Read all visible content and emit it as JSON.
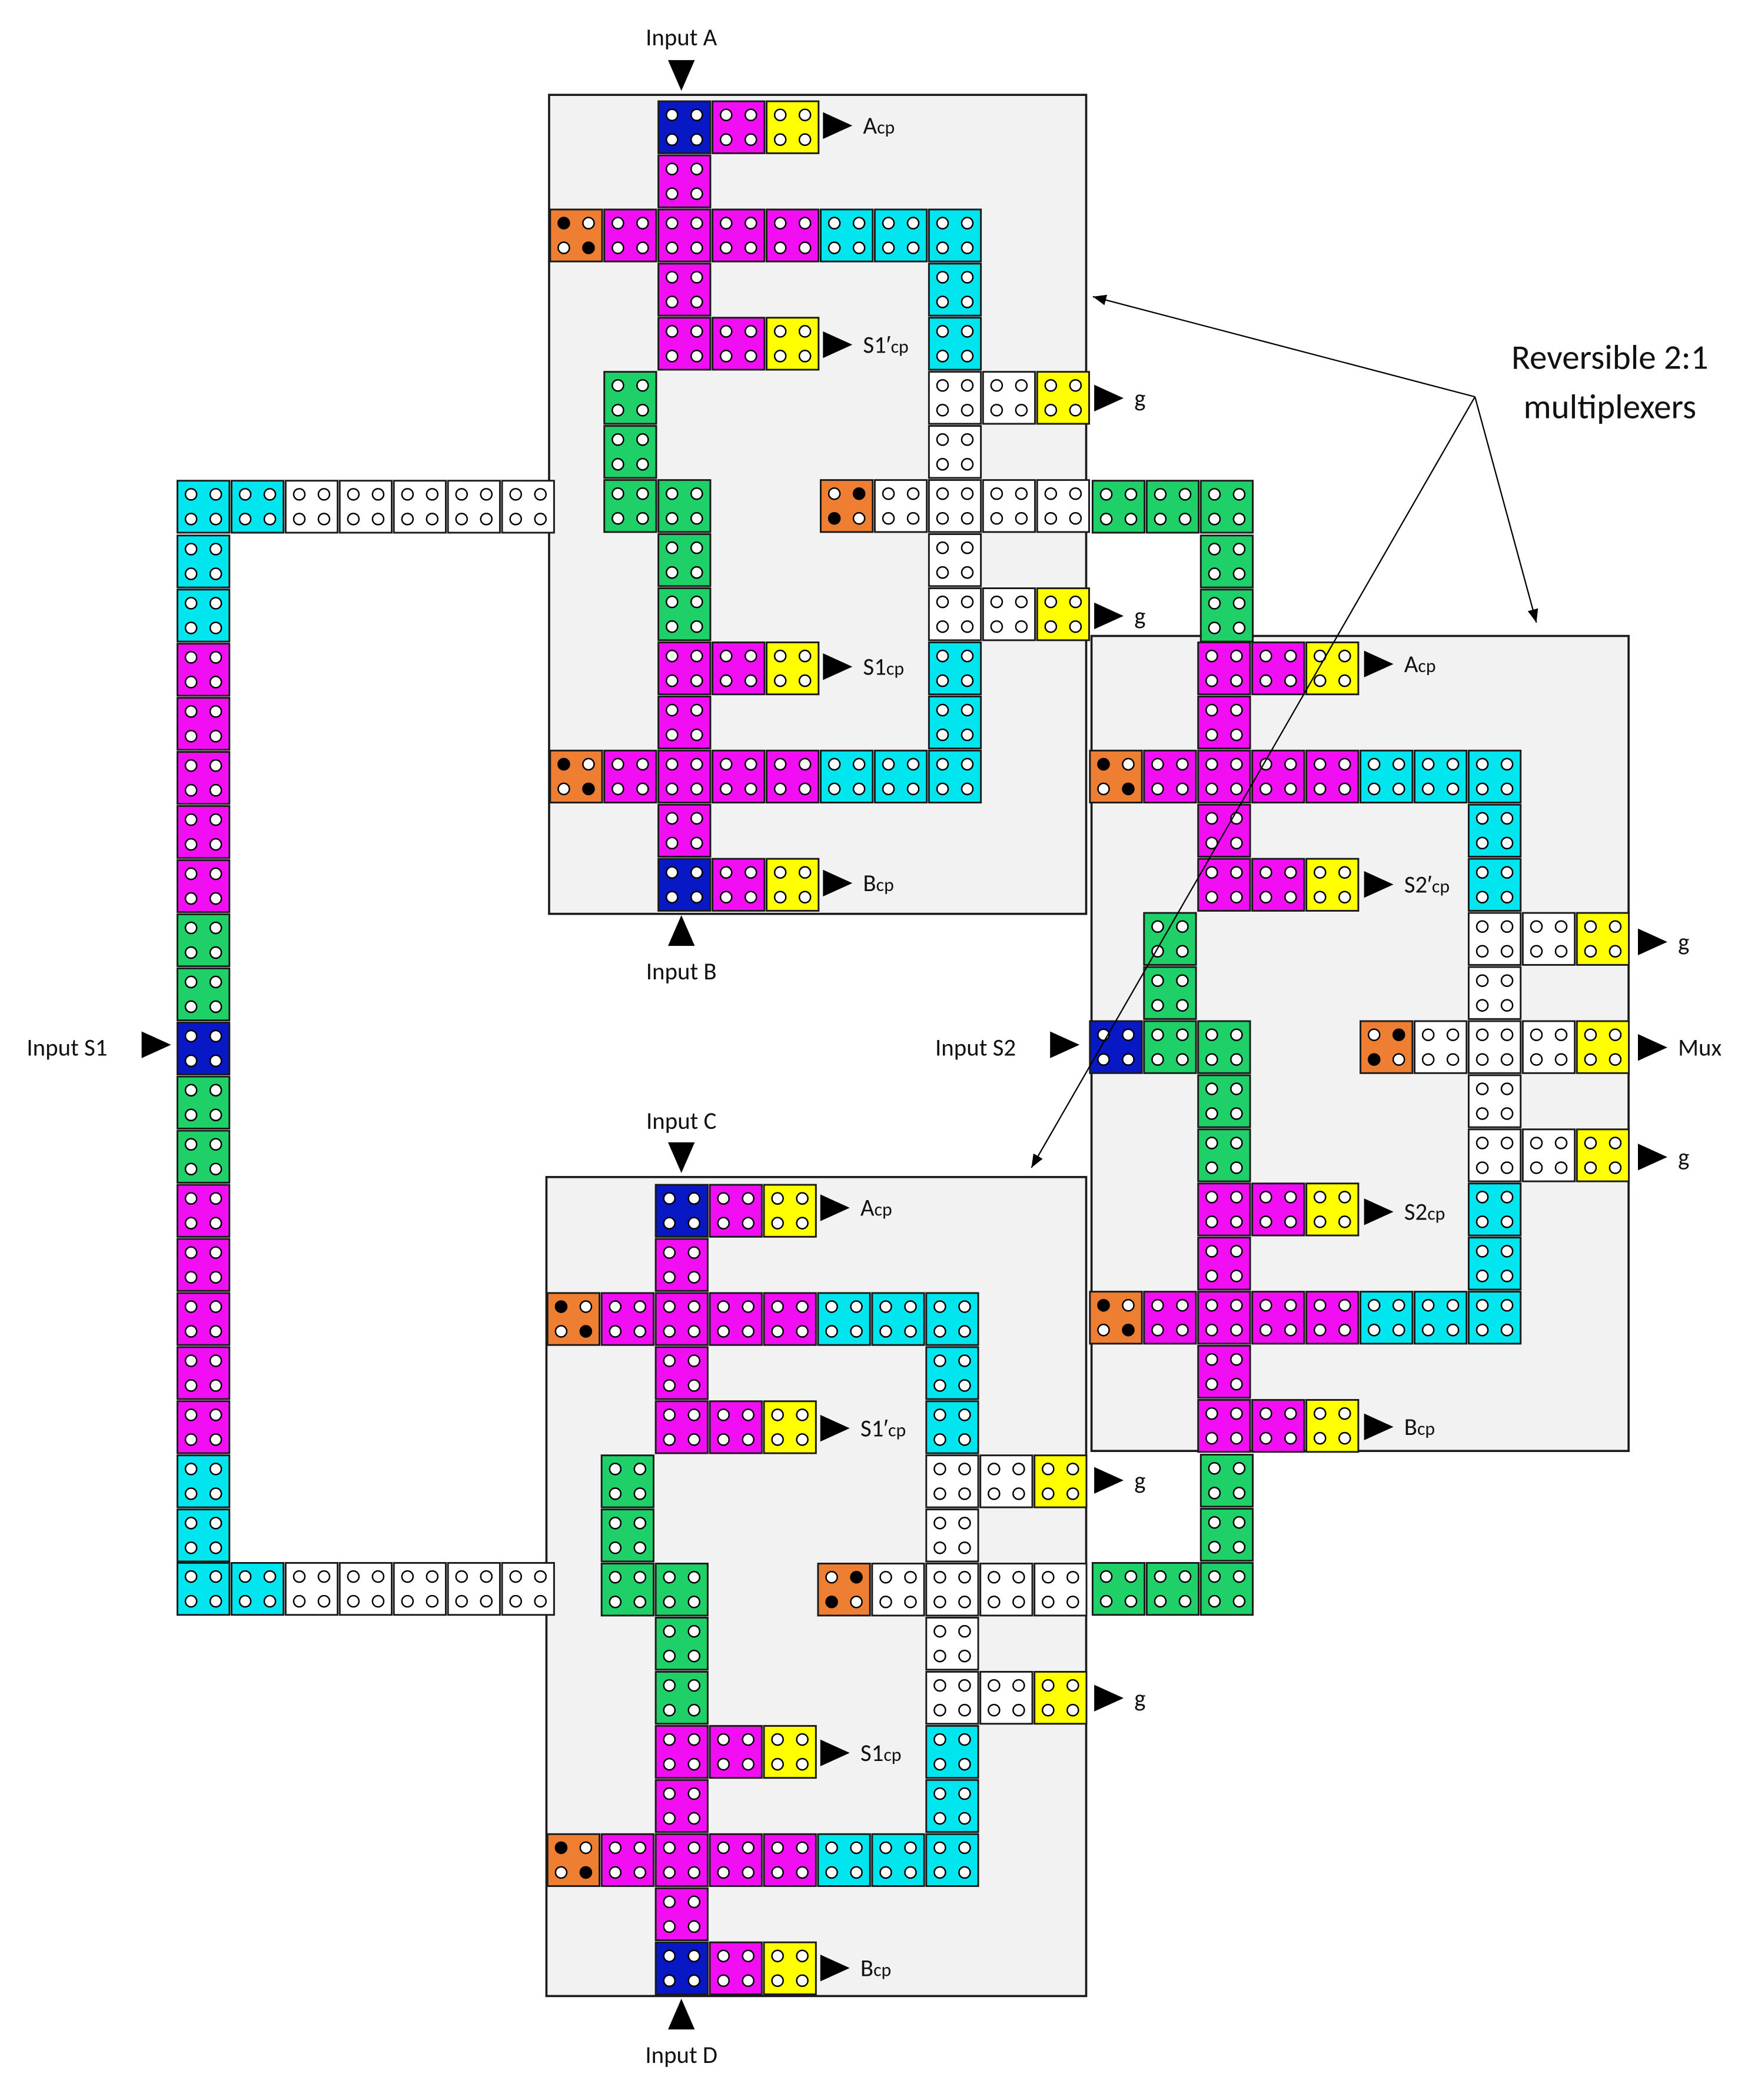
{
  "title_lines": [
    "Reversible 2:1",
    "multiplexers"
  ],
  "colors": {
    "blue": "#0718c4",
    "magenta": "#f20ef2",
    "yellow": "#ffff00",
    "cyan": "#00e5ee",
    "white": "#ffffff",
    "green": "#1fd068",
    "orange": "#ee7e32",
    "panel": "#f2f2f2",
    "outline": "#1a1a1a"
  },
  "cell_legend": {
    "b": "blue",
    "m": "magenta",
    "y": "yellow",
    "c": "cyan",
    "w": "white",
    "g": "green",
    "o": "orange",
    "O": "orange",
    "P": "orange"
  },
  "icons": {
    "port_arrow": "triangle-arrow-icon",
    "pointer": "thin-arrow-icon",
    "brick": "brick-tile-icon",
    "pebble_open": "open-circle-icon",
    "pebble_filled": "filled-circle-icon"
  },
  "labels": {
    "input_a": "Input A",
    "input_b": "Input B",
    "input_c": "Input C",
    "input_d": "Input D",
    "input_s1": "Input S1",
    "input_s2": "Input S2",
    "out1": {
      "main": "A",
      "sub": "cp"
    },
    "out2": {
      "main": "S1′",
      "sub": "cp"
    },
    "out3": {
      "main": "g",
      "sub": ""
    },
    "out4": {
      "main": "g",
      "sub": ""
    },
    "out5": {
      "main": "S1",
      "sub": "cp"
    },
    "out6": {
      "main": "B",
      "sub": "cp"
    },
    "out7": {
      "main": "A",
      "sub": "cp"
    },
    "out8": {
      "main": "S1′",
      "sub": "cp"
    },
    "out9": {
      "main": "g",
      "sub": ""
    },
    "out10": {
      "main": "g",
      "sub": ""
    },
    "out11": {
      "main": "S1",
      "sub": "cp"
    },
    "out12": {
      "main": "B",
      "sub": "cp"
    },
    "out13": {
      "main": "A",
      "sub": "cp"
    },
    "out14": {
      "main": "S2′",
      "sub": "cp"
    },
    "out15": {
      "main": "g",
      "sub": ""
    },
    "out16": {
      "main": "Mux",
      "sub": ""
    },
    "out17": {
      "main": "g",
      "sub": ""
    },
    "out18": {
      "main": "S2",
      "sub": "cp"
    },
    "out19": {
      "main": "B",
      "sub": "cp"
    }
  },
  "mux_grid": [
    "..bmy.....",
    "..m.......",
    "ommmmccc..",
    "..m....c..",
    "..mmy..c..",
    ".g.....wwy",
    ".g.....w..",
    ".gg..Pwwww",
    "..g....w..",
    "..g....wwy",
    "..mmy..c..",
    "..m....c..",
    "ommmmccc..",
    "..m.......",
    "..bmy....."
  ],
  "second_stage_grid": [
    "..mmy.....",
    "..m.......",
    "ommmmccc..",
    "..m....c..",
    "..mmy..c..",
    ".g.....wwy",
    ".g.....w..",
    "bgg..Pwwwy",
    "..g....w..",
    "..g....wwy",
    "..mmy..c..",
    "..m....c..",
    "ommmmccc..",
    "..m.......",
    "..mmy....."
  ],
  "s1_bus": {
    "top_row": "ccwwwww",
    "column": [
      "c",
      "c",
      "m",
      "m",
      "m",
      "m",
      "m",
      "g",
      "g",
      "b",
      "g",
      "g",
      "m",
      "m",
      "m",
      "m",
      "m",
      "c",
      "c"
    ],
    "bottom_row": "ccwwwww"
  },
  "connector_top": {
    "row": "ggg",
    "column": [
      "g",
      "g"
    ]
  },
  "connector_bottom": {
    "column": [
      "g",
      "g"
    ],
    "row": "ggg"
  }
}
